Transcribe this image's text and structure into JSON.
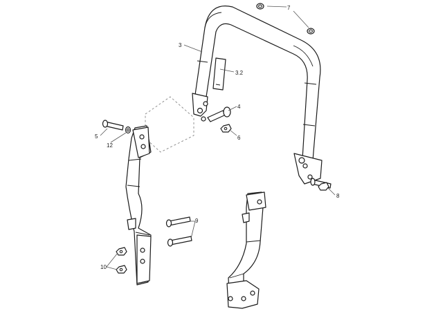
{
  "callouts": {
    "c3": "3",
    "c3_2": "3.2",
    "c4": "4",
    "c5": "5",
    "c6": "6",
    "c7": "7",
    "c8": "8",
    "c9": "9",
    "c10": "10",
    "c12": "12"
  }
}
